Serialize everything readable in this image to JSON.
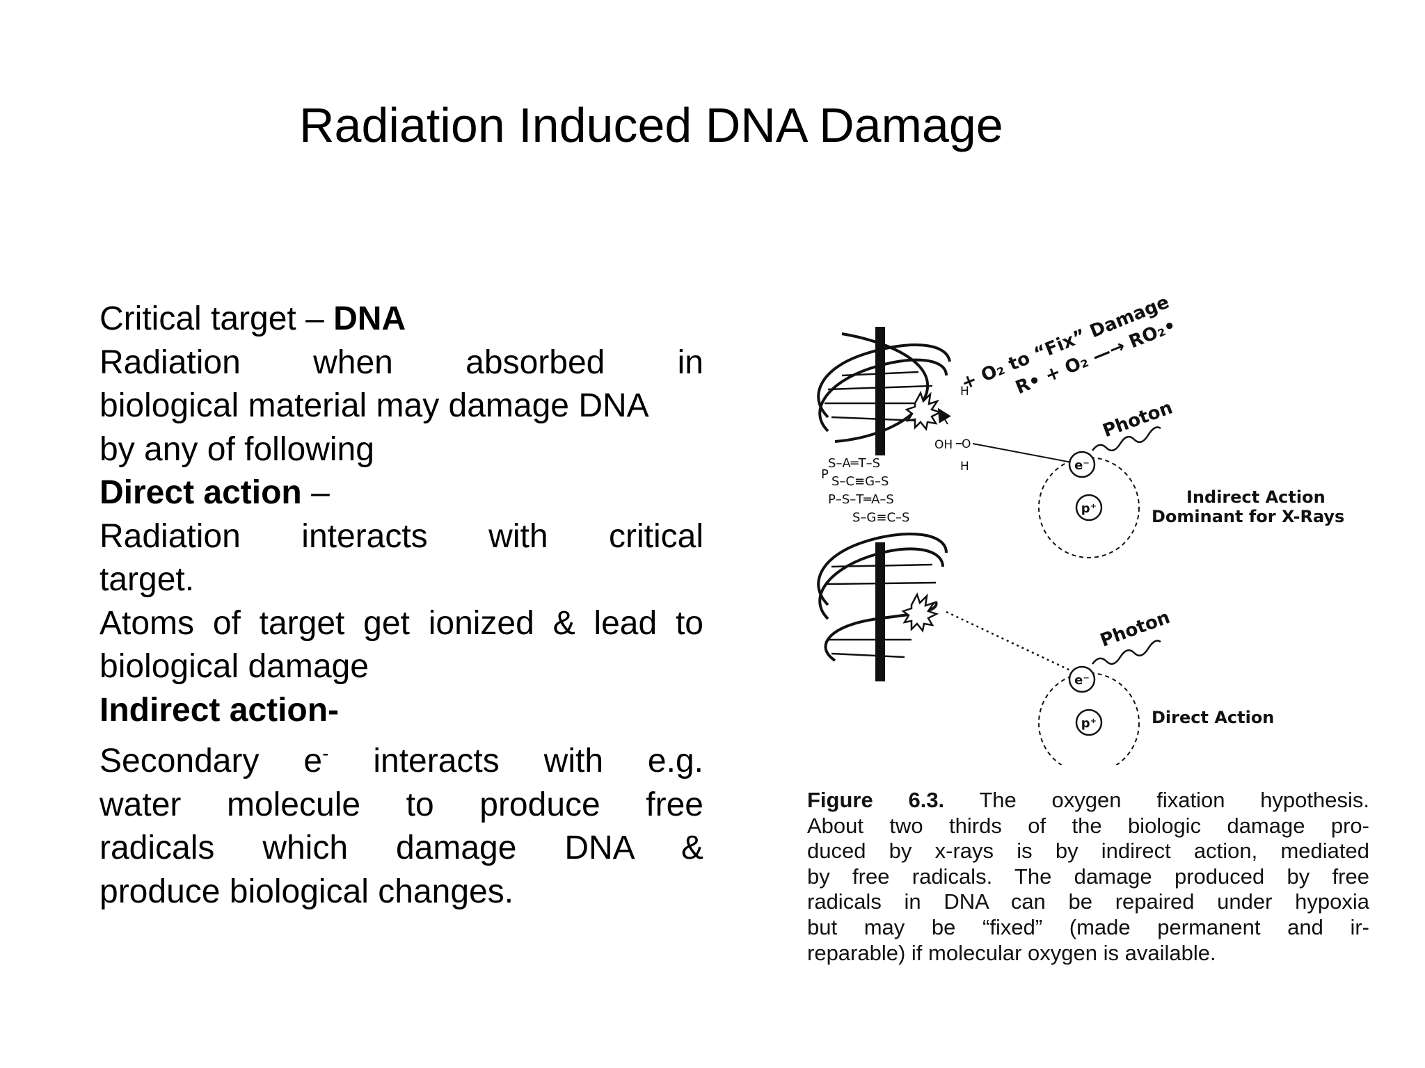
{
  "slide": {
    "title": "Radiation Induced DNA Damage"
  },
  "body": {
    "critical_prefix": "Critical target  – ",
    "critical_bold": "DNA",
    "intro_lines": [
      "Radiation when absorbed in",
      "biological material may damage DNA",
      "by any of following"
    ],
    "direct_heading": "Direct action",
    "direct_dash": " –",
    "direct_lines": [
      "Radiation interacts with critical",
      "target.",
      "Atoms of target get ionized & lead to",
      "biological damage"
    ],
    "indirect_heading": "Indirect action-",
    "indirect_line1_a": "Secondary e",
    "indirect_line1_sup": "-",
    "indirect_line1_b": " interacts with e.g.",
    "indirect_lines": [
      "water molecule to produce free",
      "radicals which damage DNA &",
      "produce biological changes."
    ]
  },
  "figure": {
    "fix_label": "+ O₂ to “Fix” Damage",
    "reaction_label": "R• + O₂ —→ RO₂•",
    "photon_label_top": "Photon",
    "photon_label_bottom": "Photon",
    "oh_label": "OH",
    "h_top": "H",
    "h_bottom": "H",
    "o_label": "O",
    "electron_label": "e⁻",
    "proton_label": "p⁺",
    "indirect_line1": "Indirect Action",
    "indirect_line2": "Dominant for X-Rays",
    "direct_label": "Direct Action",
    "base_pairs": [
      "S–A═T–S",
      "S–C≡G–S",
      "P–S–T═A–S",
      "S–G≡C–S"
    ],
    "backbone_p": "P"
  },
  "caption": {
    "fig_label": "Figure 6.3.",
    "line1_rest": " The oxygen fixation hypothesis.",
    "lines": [
      "About two thirds of the biologic damage pro-",
      "duced by x-rays is by indirect action, mediated",
      "by free radicals. The damage produced by free",
      "radicals in DNA can be repaired under hypoxia",
      "but may be “fixed” (made permanent and ir-",
      "reparable) if molecular oxygen is available."
    ]
  }
}
